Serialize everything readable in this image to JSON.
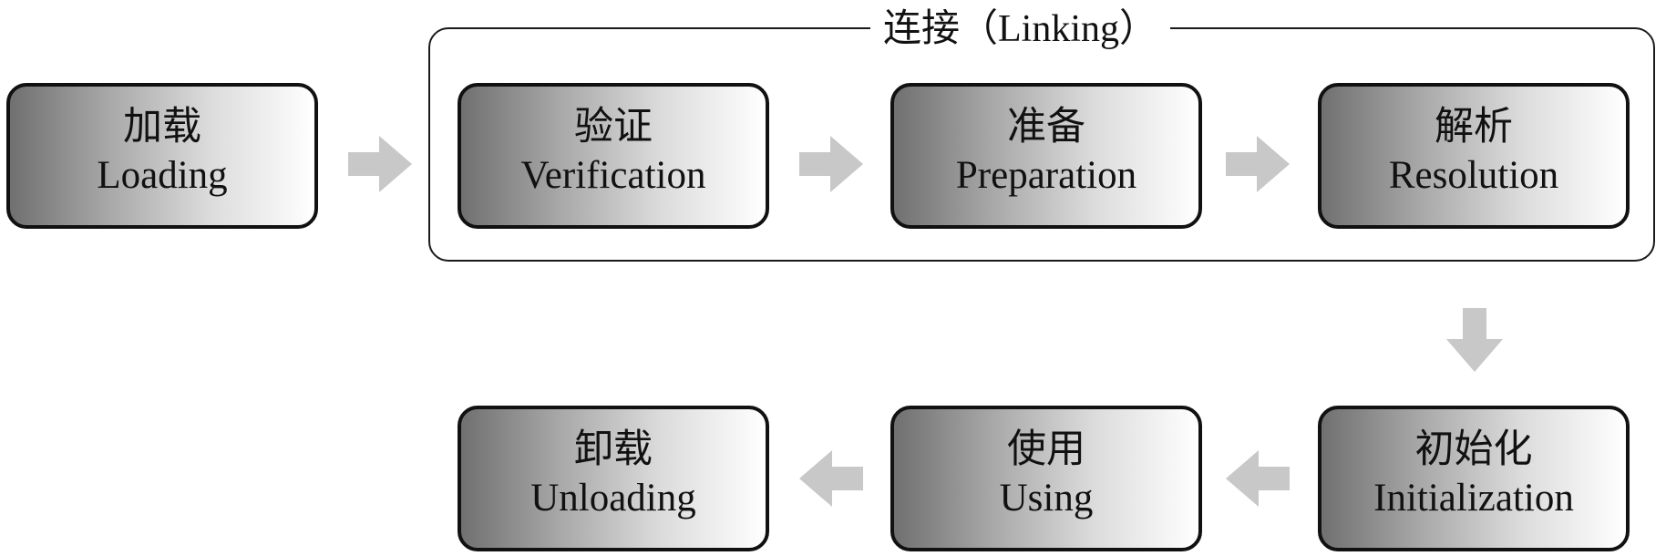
{
  "diagram": {
    "group": {
      "title": "连接（Linking）"
    },
    "stages": [
      {
        "zh": "加载",
        "en": "Loading"
      },
      {
        "zh": "验证",
        "en": "Verification"
      },
      {
        "zh": "准备",
        "en": "Preparation"
      },
      {
        "zh": "解析",
        "en": "Resolution"
      },
      {
        "zh": "初始化",
        "en": "Initialization"
      },
      {
        "zh": "使用",
        "en": "Using"
      },
      {
        "zh": "卸载",
        "en": "Unloading"
      }
    ],
    "colors": {
      "border": "#111111",
      "arrow": "#c8c8c8",
      "box_gradient_dark": "#707070",
      "box_gradient_light": "#ffffff"
    },
    "arrows": [
      {
        "from": "Loading",
        "to": "Verification",
        "direction": "right",
        "icon": "arrow-right-icon"
      },
      {
        "from": "Verification",
        "to": "Preparation",
        "direction": "right",
        "icon": "arrow-right-icon"
      },
      {
        "from": "Preparation",
        "to": "Resolution",
        "direction": "right",
        "icon": "arrow-right-icon"
      },
      {
        "from": "Resolution",
        "to": "Initialization",
        "direction": "down",
        "icon": "arrow-down-icon"
      },
      {
        "from": "Initialization",
        "to": "Using",
        "direction": "left",
        "icon": "arrow-left-icon"
      },
      {
        "from": "Using",
        "to": "Unloading",
        "direction": "left",
        "icon": "arrow-left-icon"
      }
    ]
  }
}
